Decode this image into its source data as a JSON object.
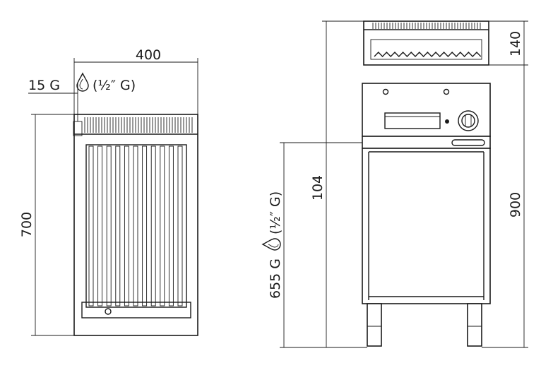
{
  "top_view": {
    "width_label": "400",
    "depth_label": "700",
    "gas_position_label": "15 G",
    "gas_thread_label": "(½″ G)",
    "icons": [
      "gas-drop-icon"
    ]
  },
  "front_view": {
    "height_label": "900",
    "top_section_label": "140",
    "gas_height_label": "104",
    "gas_connection_label": "655 G",
    "gas_thread_label": "(½″ G)",
    "icons": [
      "gas-drop-icon",
      "control-knob-icon"
    ]
  }
}
